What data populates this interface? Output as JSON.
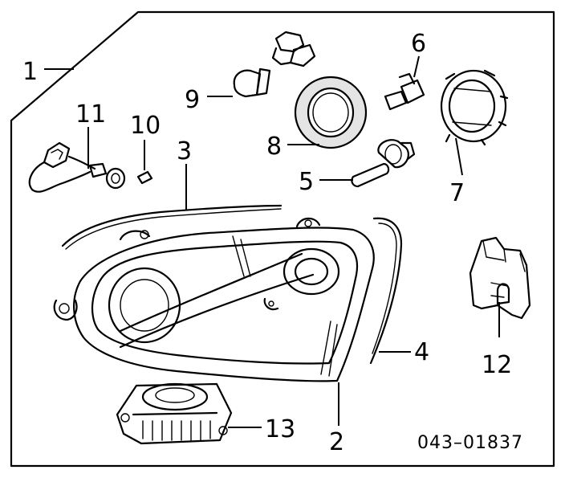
{
  "callouts": {
    "c1": "1",
    "c2": "2",
    "c3": "3",
    "c4": "4",
    "c5": "5",
    "c6": "6",
    "c7": "7",
    "c8": "8",
    "c9": "9",
    "c10": "10",
    "c11": "11",
    "c12": "12",
    "c13": "13"
  },
  "diagram_code": "043–01837"
}
